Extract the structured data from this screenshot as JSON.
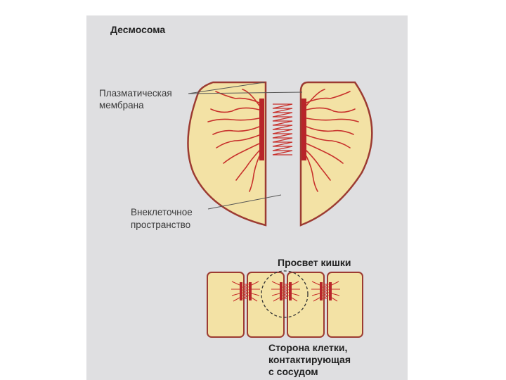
{
  "labels": {
    "title": "Десмосома",
    "membrane_line1": "Плазматическая",
    "membrane_line2": "мембрана",
    "extracellular_line1": "Внеклеточное",
    "extracellular_line2": "пространство",
    "lumen": "Просвет кишки",
    "vessel_line1": "Сторона клетки,",
    "vessel_line2": "контактирующая",
    "vessel_line3": "с сосудом"
  },
  "colors": {
    "panel": "#dfdfe1",
    "cell_fill": "#f3e2a5",
    "membrane": "#9c3b32",
    "filament": "#c8312c",
    "plaque": "#b8252a",
    "text": "#3a3a3a",
    "circle": "#333333"
  }
}
